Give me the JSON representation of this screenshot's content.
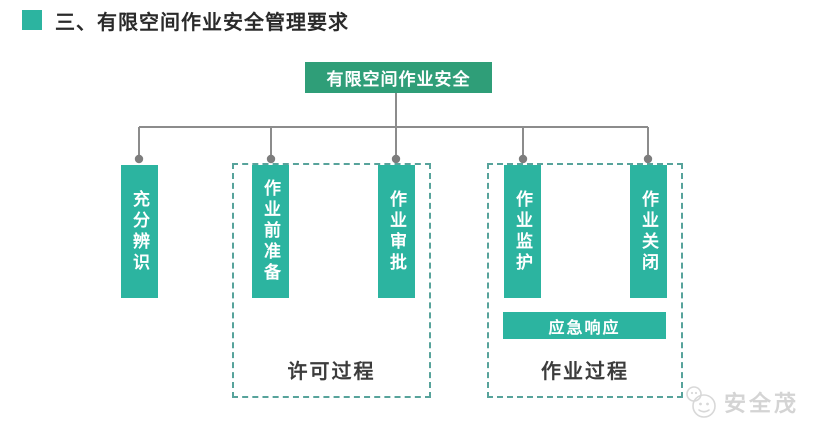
{
  "title": {
    "bullet_icon": "square-bullet",
    "text": "三、有限空间作业安全管理要求"
  },
  "diagram": {
    "root": {
      "label": "有限空间作业安全"
    },
    "nodes": [
      {
        "label": "充分辨识"
      },
      {
        "label": "作业前准备"
      },
      {
        "label": "作业审批"
      },
      {
        "label": "作业监护"
      },
      {
        "label": "作业关闭"
      }
    ],
    "emergency_box": {
      "label": "应急响应"
    },
    "groups": [
      {
        "label": "许可过程",
        "contains": [
          "作业前准备",
          "作业审批"
        ]
      },
      {
        "label": "作业过程",
        "contains": [
          "作业监护",
          "作业关闭",
          "应急响应"
        ]
      }
    ]
  },
  "watermark": {
    "logo_icon": "mascot-face-icon",
    "text": "安全茂"
  },
  "colors": {
    "root_box": "#2f9e78",
    "node_box": "#2cb4a0",
    "accent_teal": "#2cb4a0",
    "dashed_border": "#57a39b",
    "connector_line": "#8c8c8c",
    "connector_dot": "#7d7d7d",
    "group_label_text": "#3c3c3c",
    "title_text": "#2a2a2a",
    "watermark_text": "#d4d4d4"
  }
}
